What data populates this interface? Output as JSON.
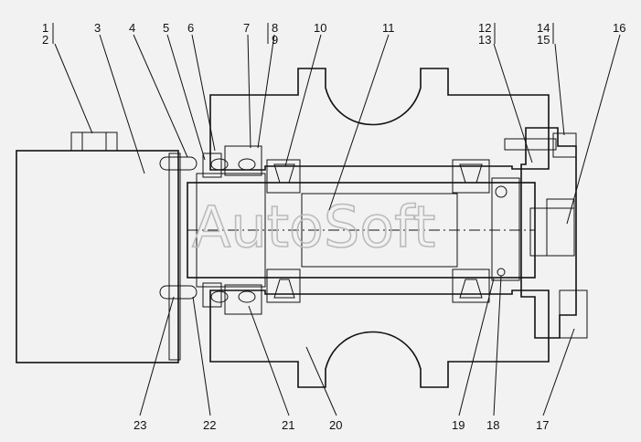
{
  "watermark": "AutoSoft",
  "callouts": {
    "c1": "1",
    "c2": "2",
    "c3": "3",
    "c4": "4",
    "c5": "5",
    "c6": "6",
    "c7": "7",
    "c8": "8",
    "c9": "9",
    "c10": "10",
    "c11": "11",
    "c12": "12",
    "c13": "13",
    "c14": "14",
    "c15": "15",
    "c16": "16",
    "c17": "17",
    "c18": "18",
    "c19": "19",
    "c20": "20",
    "c21": "21",
    "c22": "22",
    "c23": "23"
  },
  "colors": {
    "background": "#f2f2f2",
    "line": "#111111",
    "hatch": "#555555",
    "watermark": "#bbbbbb"
  }
}
